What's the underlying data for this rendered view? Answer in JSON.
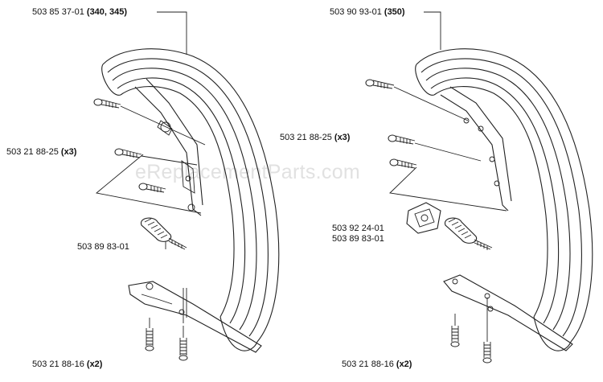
{
  "watermark": "eReplacementParts.com",
  "left": {
    "handle": {
      "part": "503 85 37-01",
      "models": "(340, 345)"
    },
    "screw_upper": {
      "part": "503 21 88-25",
      "qty": "(x3)"
    },
    "spring": {
      "part": "503 89 83-01"
    },
    "screw_lower": {
      "part": "503 21 88-16",
      "qty": "(x2)"
    }
  },
  "right": {
    "handle": {
      "part": "503 90 93-01",
      "models": "(350)"
    },
    "screw_upper": {
      "part": "503 21 88-25",
      "qty": "(x3)"
    },
    "bracket": {
      "part": "503 92 24-01"
    },
    "spring": {
      "part": "503 89 83-01"
    },
    "screw_lower": {
      "part": "503 21 88-16",
      "qty": "(x2)"
    }
  }
}
